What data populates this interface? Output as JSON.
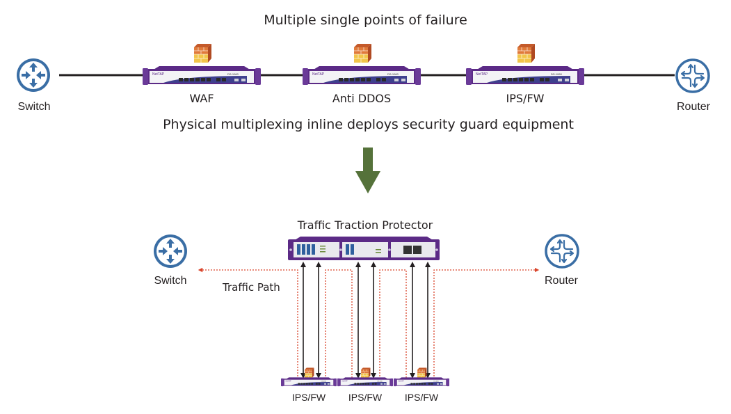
{
  "top_section": {
    "title": "Multiple single points of failure",
    "left_node": {
      "label": "Switch",
      "icon": "switch-icon"
    },
    "right_node": {
      "label": "Router",
      "icon": "router-icon"
    },
    "devices": [
      {
        "label": "WAF",
        "brand": "NetTAP",
        "icon": "firewall-icon"
      },
      {
        "label": "Anti DDOS",
        "brand": "NetTAP",
        "icon": "firewall-icon"
      },
      {
        "label": "IPS/FW",
        "brand": "NetTAP",
        "icon": "firewall-icon"
      }
    ],
    "subtitle": "Physical multiplexing inline deploys security guard equipment"
  },
  "transition_arrow": {
    "icon": "arrow-down-icon",
    "color": "#55723a"
  },
  "bottom_section": {
    "protector_title": "Traffic Traction Protector",
    "left_node": {
      "label": "Switch",
      "icon": "switch-icon"
    },
    "right_node": {
      "label": "Router",
      "icon": "router-icon"
    },
    "traffic_path_label": "Traffic Path",
    "devices": [
      {
        "label": "IPS/FW",
        "icon": "firewall-icon"
      },
      {
        "label": "IPS/FW",
        "icon": "firewall-icon"
      },
      {
        "label": "IPS/FW",
        "icon": "firewall-icon"
      }
    ]
  },
  "colors": {
    "icon_blue": "#3a6ea5",
    "device_purple": "#5b2a86",
    "traffic_path_red": "#d9442b",
    "link_dark": "#231f20",
    "arrow_green": "#55723a"
  }
}
